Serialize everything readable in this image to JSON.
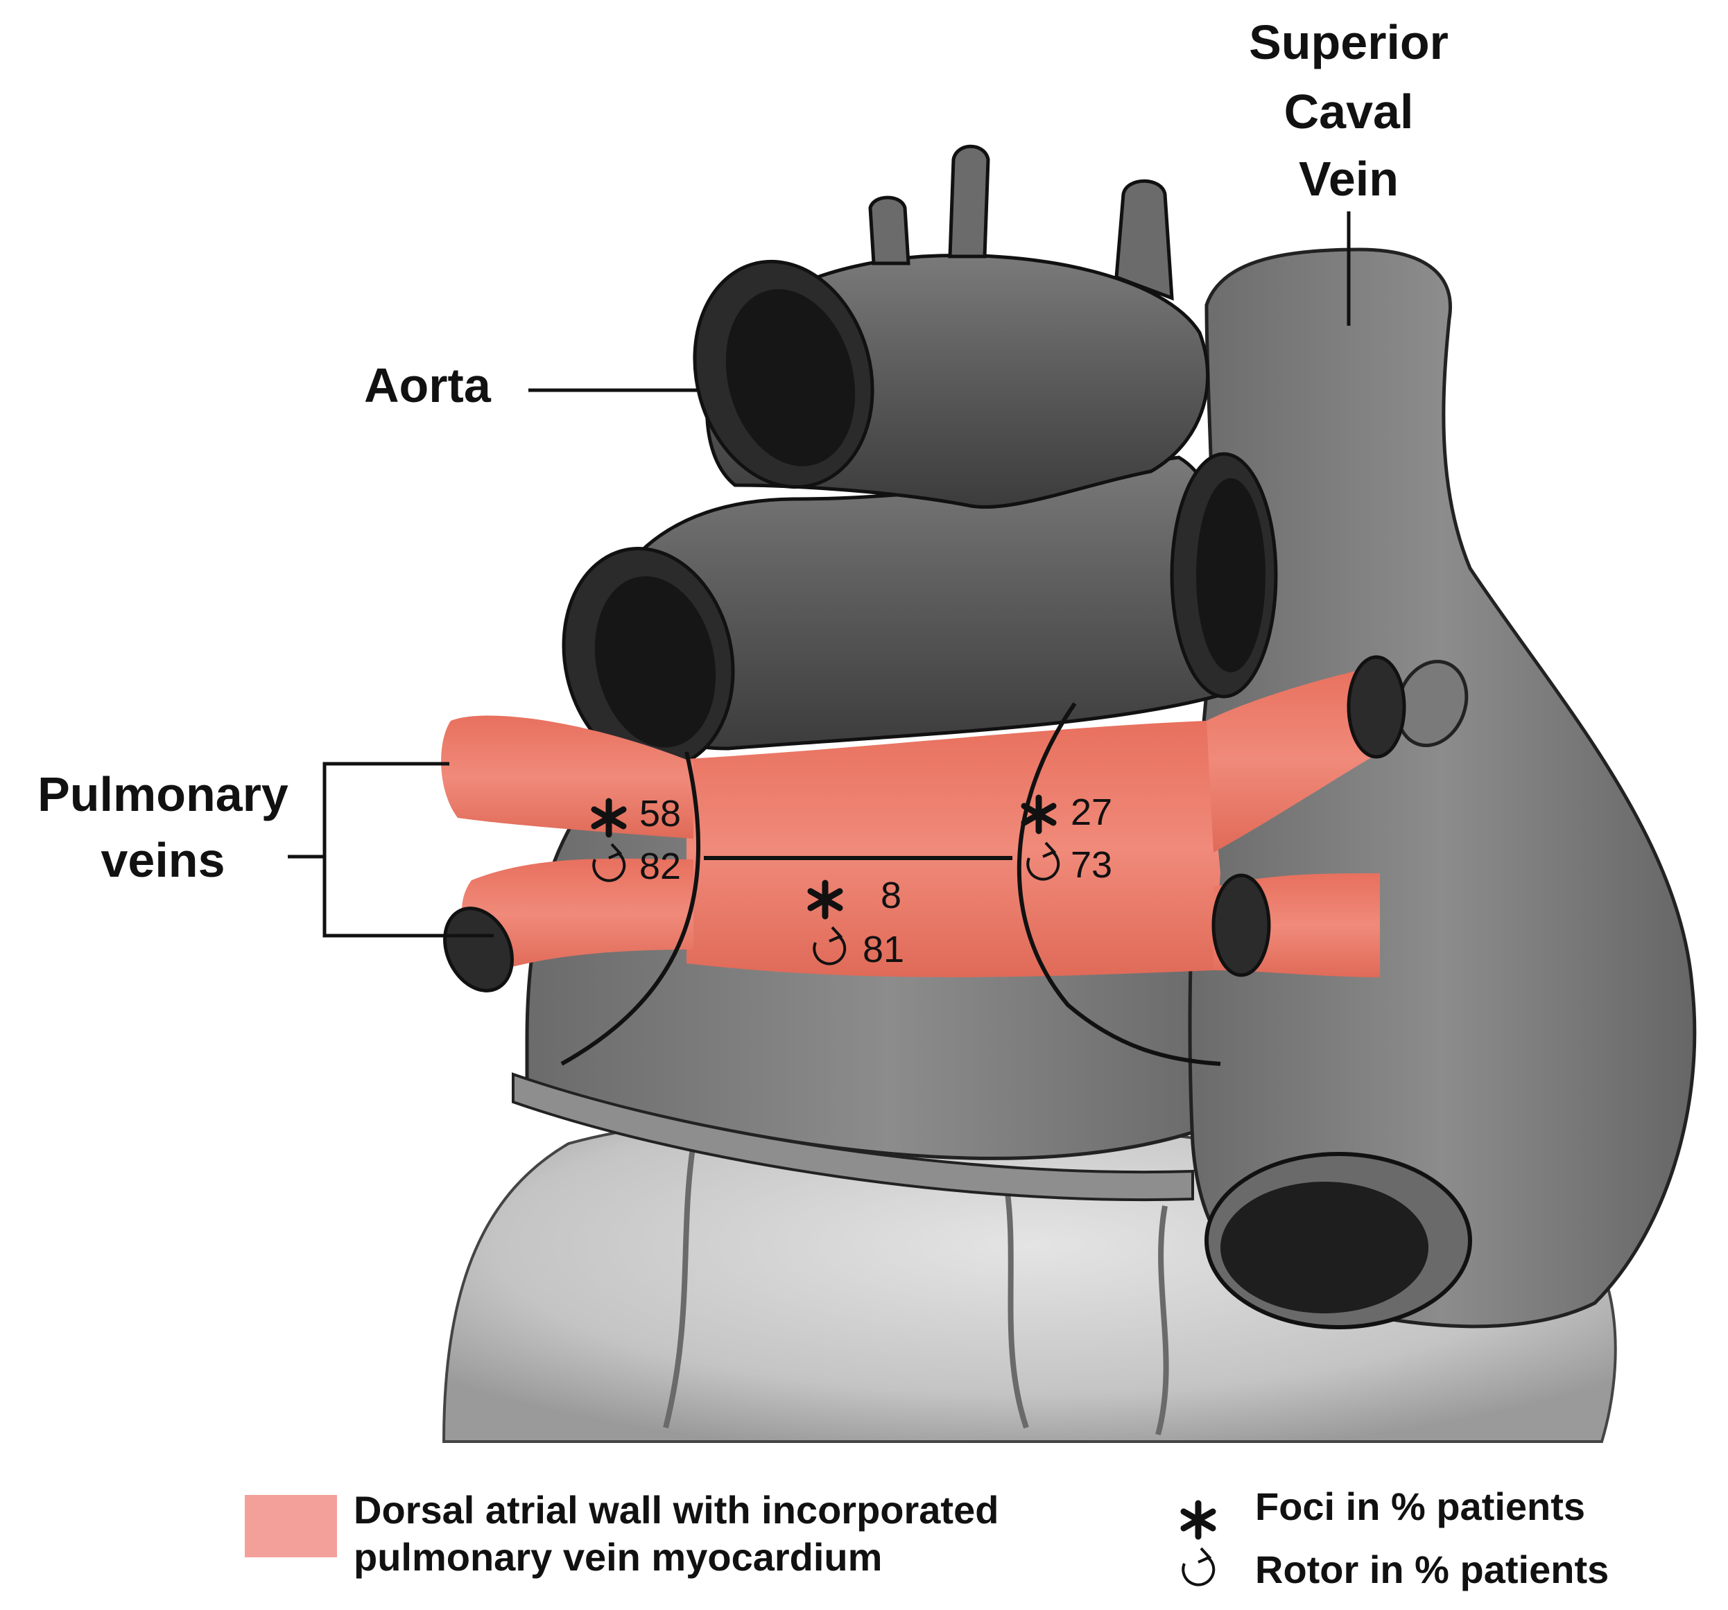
{
  "labels": {
    "superior_caval_vein": [
      "Superior",
      "Caval",
      "Vein"
    ],
    "aorta": "Aorta",
    "pulmonary_veins": [
      "Pulmonary",
      "veins"
    ]
  },
  "regions": {
    "left_upper": {
      "foci": "58",
      "rotor": "82"
    },
    "right_upper": {
      "foci": "27",
      "rotor": "73"
    },
    "lower_middle": {
      "foci": "8",
      "rotor": "81"
    }
  },
  "legend": {
    "dorsal_wall": [
      "Dorsal atrial wall with incorporated",
      "pulmonary vein myocardium"
    ],
    "foci": "Foci in % patients",
    "rotor": "Rotor in % patients"
  },
  "colors": {
    "dorsal_wall": "#f08a7a",
    "legend_swatch": "#f4a09a",
    "structure": "#5a5a5a",
    "lumen": "#1e1e1e"
  },
  "icons": {
    "foci": "asterisk-icon",
    "rotor": "rotor-arrow-icon"
  }
}
